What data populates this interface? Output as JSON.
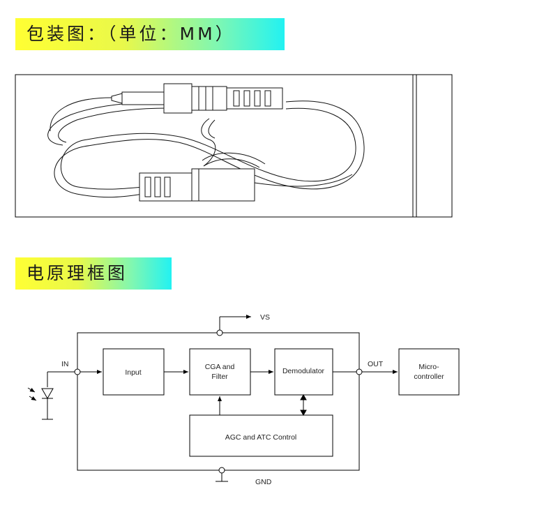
{
  "headings": {
    "package": "包装图：（单位：MM）",
    "block_diagram": "电原理框图"
  },
  "diagram": {
    "vs": "VS",
    "gnd": "GND",
    "in": "IN",
    "out": "OUT",
    "blocks": {
      "input": "Input",
      "cga_line1": "CGA and",
      "cga_line2": "Filter",
      "demod": "Demodulator",
      "agc": "AGC  and  ATC  Control",
      "micro_line1": "Micro-",
      "micro_line2": "controller"
    }
  },
  "colors": {
    "heading_gradient_start": "#ffff33",
    "heading_gradient_end": "#22f2f2",
    "line": "#000000"
  }
}
